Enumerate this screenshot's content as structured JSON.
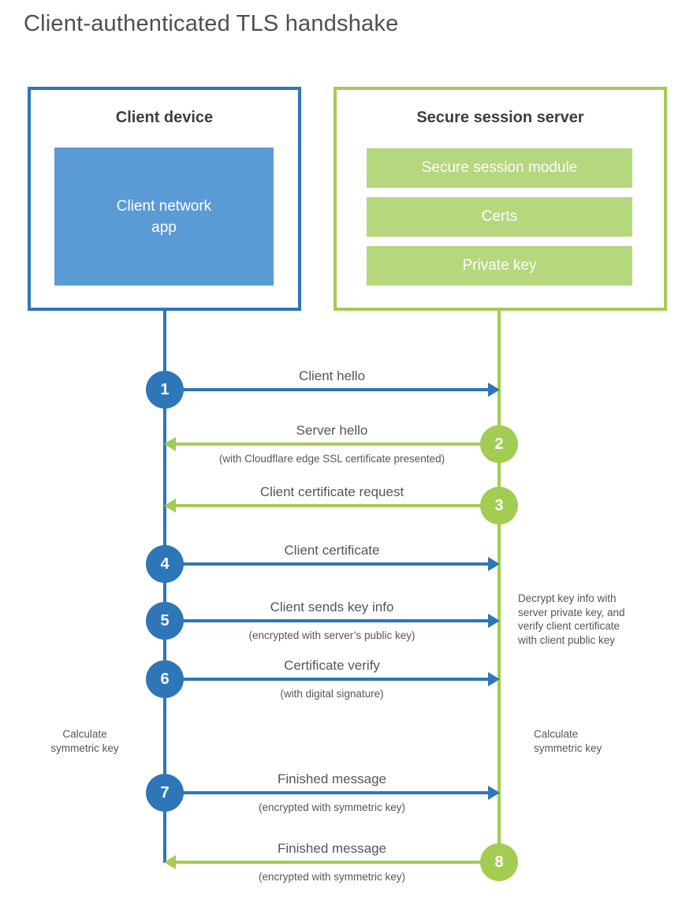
{
  "title": "Client-authenticated TLS handshake",
  "client_device": {
    "heading": "Client device",
    "app_box_lines": [
      "Client network",
      "app"
    ]
  },
  "server": {
    "heading": "Secure session server",
    "modules": [
      "Secure session module",
      "Certs",
      "Private key"
    ]
  },
  "steps": [
    {
      "num": "1",
      "from": "client",
      "to": "server",
      "label": "Client hello",
      "sub": ""
    },
    {
      "num": "2",
      "from": "server",
      "to": "client",
      "label": "Server hello",
      "sub": "(with Cloudflare edge SSL certificate presented)"
    },
    {
      "num": "3",
      "from": "server",
      "to": "client",
      "label": "Client certificate request",
      "sub": ""
    },
    {
      "num": "4",
      "from": "client",
      "to": "server",
      "label": "Client certificate",
      "sub": ""
    },
    {
      "num": "5",
      "from": "client",
      "to": "server",
      "label": "Client sends key info",
      "sub": "(encrypted with server’s public key)"
    },
    {
      "num": "6",
      "from": "client",
      "to": "server",
      "label": "Certificate verify",
      "sub": "(with digital signature)"
    },
    {
      "num": "7",
      "from": "client",
      "to": "server",
      "label": "Finished message",
      "sub": "(encrypted with symmetric key)"
    },
    {
      "num": "8",
      "from": "server",
      "to": "client",
      "label": "Finished message",
      "sub": "(encrypted with symmetric key)"
    }
  ],
  "annotations": {
    "decrypt_note_lines": [
      "Decrypt key info with",
      "server private key, and",
      "verify client certificate",
      "with client public key"
    ],
    "client_calc_lines": [
      "Calculate",
      "symmetric key"
    ],
    "server_calc_lines": [
      "Calculate",
      "symmetric key"
    ]
  },
  "colors": {
    "client_accent": "#2e76b8",
    "client_fill": "#5b9bd5",
    "server_accent": "#a3cc52",
    "server_fill": "#b5d77d",
    "text_dark": "#3d3e40",
    "text_gray": "#55565a"
  }
}
